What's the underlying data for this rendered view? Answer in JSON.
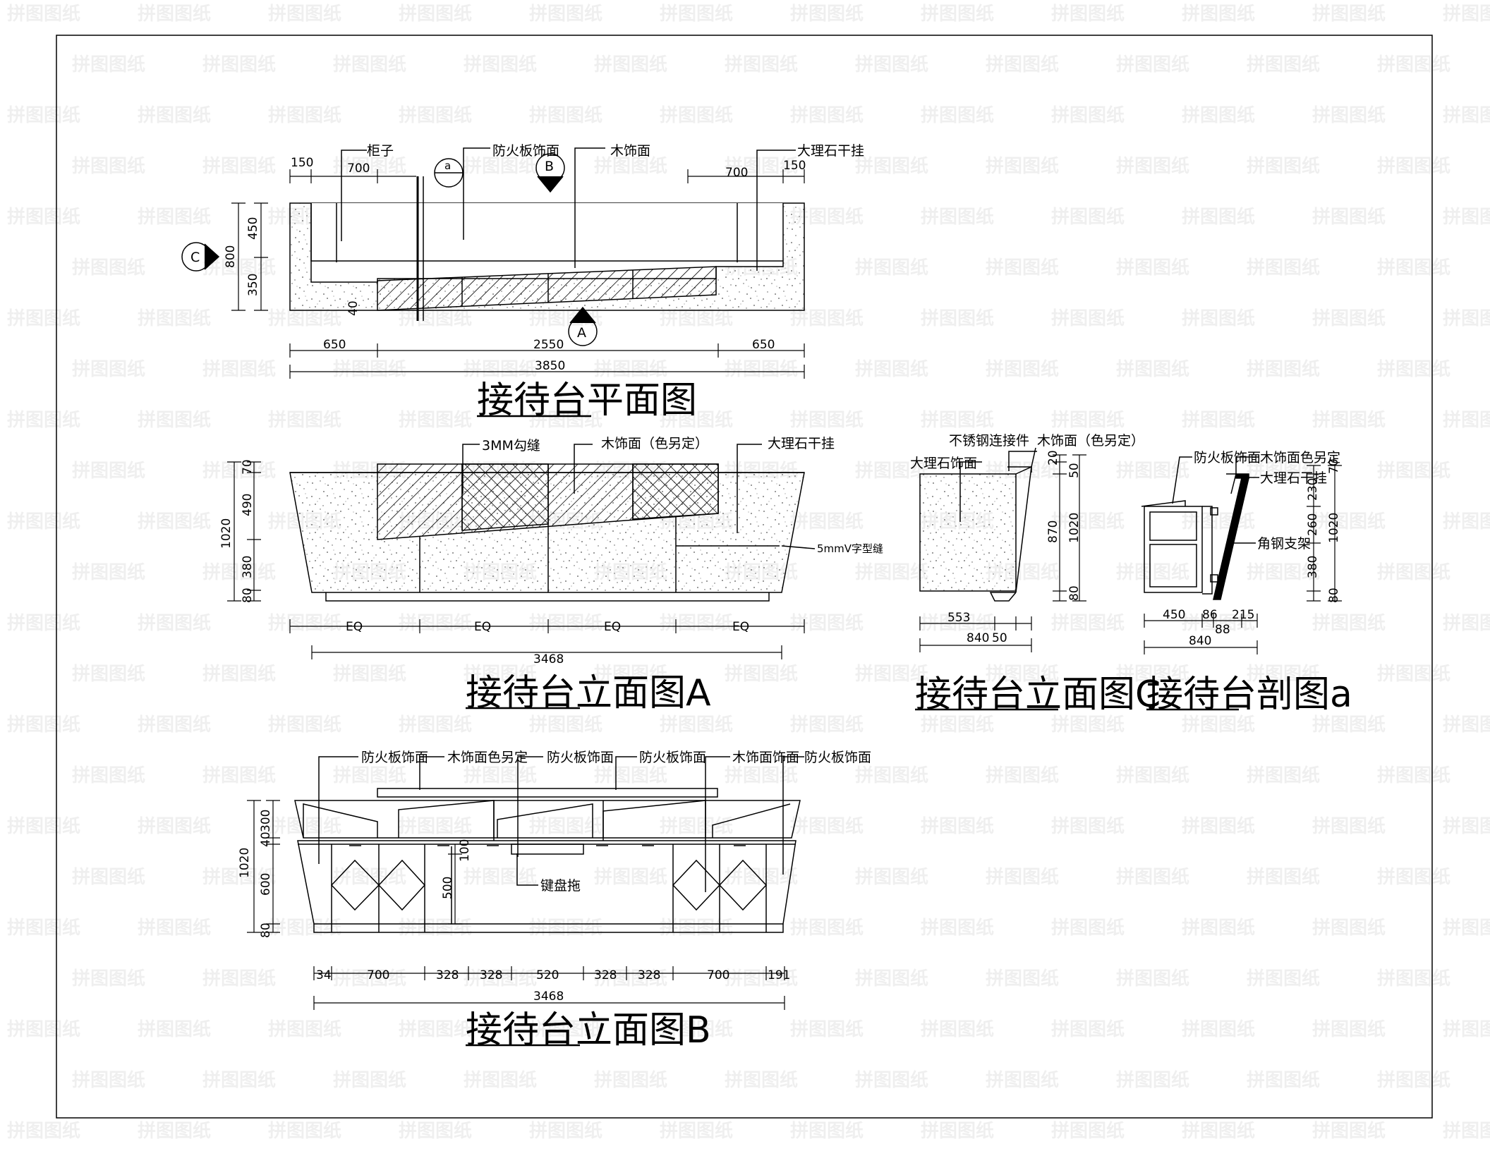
{
  "watermark": "拼图图纸",
  "plan": {
    "title": "接待台平面图",
    "labels": {
      "cabinet": "柜子",
      "fireproof": "防火板饰面",
      "wood": "木饰面",
      "marble": "大理石干挂"
    },
    "tags": {
      "section": "a",
      "view_b": "B",
      "view_a": "A",
      "view_c": "C"
    },
    "dims": {
      "top_left_150": "150",
      "top_left_700": "700",
      "top_right_700": "700",
      "top_right_150": "150",
      "left_800": "800",
      "left_450": "450",
      "left_350": "350",
      "left_40": "40",
      "bottom_650_l": "650",
      "bottom_2550": "2550",
      "bottom_650_r": "650",
      "total": "3850"
    }
  },
  "elev_a": {
    "title": "接待台立面图A",
    "labels": {
      "groove": "3MM勾缝",
      "wood": "木饰面（色另定）",
      "marble": "大理石干挂",
      "vgroove": "5mmV字型缝"
    },
    "dims": {
      "h_total": "1020",
      "h_70": "70",
      "h_490": "490",
      "h_380": "380",
      "h_80": "80",
      "eq1": "EQ",
      "eq2": "EQ",
      "eq3": "EQ",
      "eq4": "EQ",
      "total": "3468"
    }
  },
  "elev_c": {
    "title": "接待台立面图C",
    "labels": {
      "steel": "不锈钢连接件",
      "wood": "木饰面（色另定）",
      "marble": "大理石饰面"
    },
    "dims": {
      "d20": "20",
      "d50": "50",
      "d870": "870",
      "d1020": "1020",
      "d80": "80",
      "w553": "553",
      "w840": "840",
      "w50": "50"
    }
  },
  "section_a": {
    "title": "接待台剖图a",
    "labels": {
      "fireproof": "防火板饰面",
      "wood": "木饰面色另定",
      "marble": "大理石干挂",
      "angle": "角钢支架"
    },
    "dims": {
      "d70": "70",
      "d230": "230",
      "d260": "260",
      "d1020": "1020",
      "d380": "380",
      "d80": "80",
      "w450": "450",
      "w86": "86",
      "w215": "215",
      "w88": "88",
      "w840": "840"
    }
  },
  "elev_b": {
    "title": "接待台立面图B",
    "labels": {
      "fp1": "防火板饰面",
      "wood1": "木饰面色另定",
      "fp2": "防火板饰面",
      "fp3": "防火板饰面",
      "wood2": "木饰面饰面",
      "fp4": "防火板饰面",
      "keyboard": "键盘拖"
    },
    "dims": {
      "h300": "300",
      "h40": "40",
      "h1020": "1020",
      "h600": "600",
      "h80": "80",
      "h100": "100",
      "h500": "500",
      "w34": "34",
      "w700a": "700",
      "w328a": "328",
      "w328b": "328",
      "w520": "520",
      "w328c": "328",
      "w328d": "328",
      "w700b": "700",
      "w191": "191",
      "total": "3468"
    }
  }
}
